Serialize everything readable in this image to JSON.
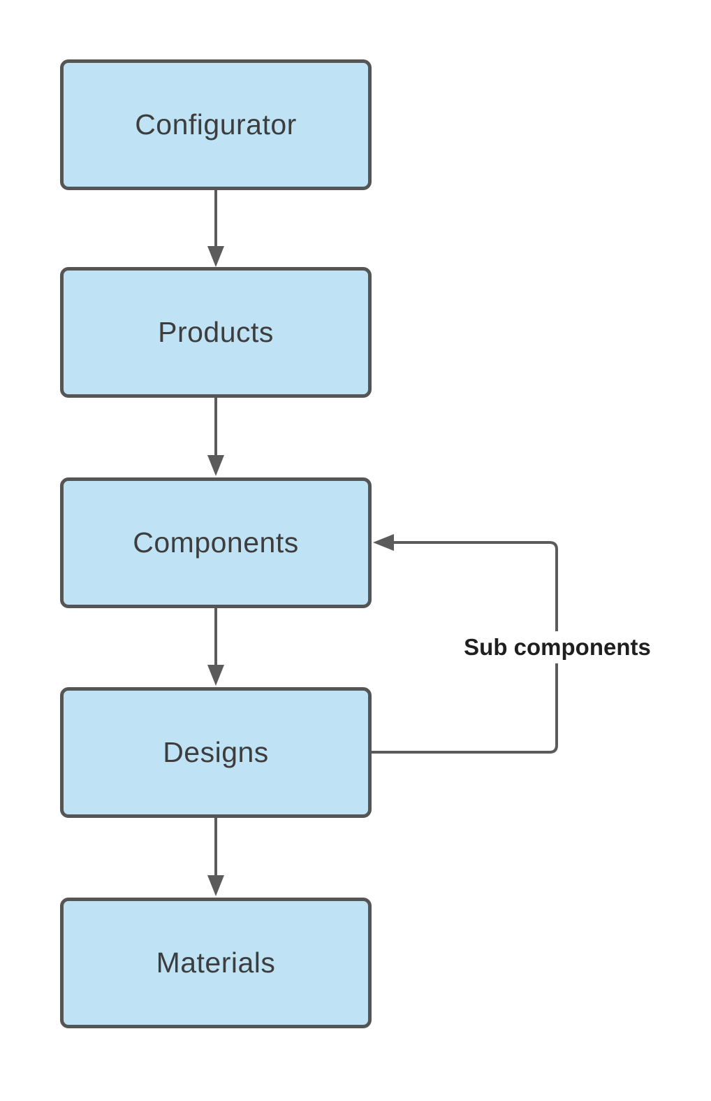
{
  "diagram": {
    "type": "flowchart",
    "nodes": [
      {
        "id": "configurator",
        "label": "Configurator"
      },
      {
        "id": "products",
        "label": "Products"
      },
      {
        "id": "components",
        "label": "Components"
      },
      {
        "id": "designs",
        "label": "Designs"
      },
      {
        "id": "materials",
        "label": "Materials"
      }
    ],
    "edges": [
      {
        "from": "configurator",
        "to": "products",
        "label": ""
      },
      {
        "from": "products",
        "to": "components",
        "label": ""
      },
      {
        "from": "components",
        "to": "designs",
        "label": ""
      },
      {
        "from": "designs",
        "to": "materials",
        "label": ""
      },
      {
        "from": "designs",
        "to": "components",
        "label": "Sub components"
      }
    ]
  },
  "colors": {
    "background": "#ffffff",
    "node_fill": "#bfe2f5",
    "node_border": "#555555",
    "node_text": "#3d3d3d",
    "connector": "#5b5b5b",
    "edge_label_text": "#1f1f1f"
  }
}
